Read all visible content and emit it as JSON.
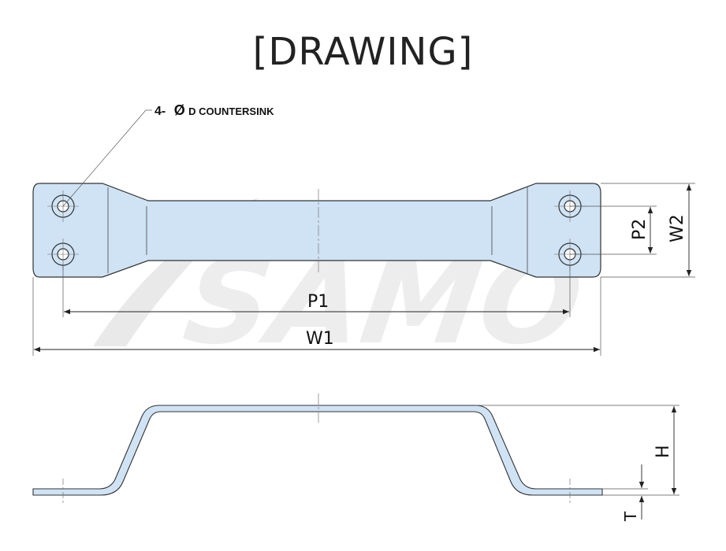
{
  "title": "[DRAWING]",
  "watermark": "SAMO",
  "callout": {
    "count": "4-",
    "symbol": "Ø",
    "text": "D COUNTERSINK"
  },
  "dimensions": {
    "p1": "P1",
    "w1": "W1",
    "p2": "P2",
    "w2": "W2",
    "h": "H",
    "t": "T"
  },
  "colors": {
    "part_fill": "#cfe3f5",
    "part_stroke": "#333333",
    "watermark": "#e9e9e9",
    "dim_line": "#222222"
  }
}
